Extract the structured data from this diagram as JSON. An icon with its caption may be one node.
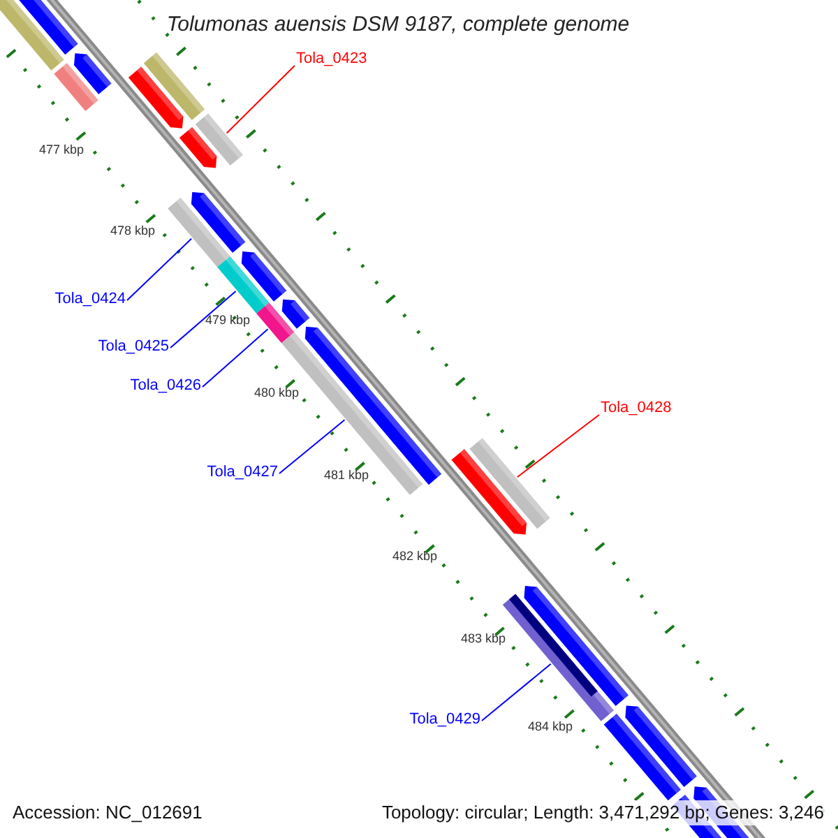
{
  "diagram": {
    "title": "Tolumonas auensis DSM 9187, complete genome",
    "nodes": [
      {
        "text": [
          "Tola_0423"
        ]
      },
      {
        "text": [],
        "shape": "bar"
      },
      {
        "text": [
          "Tola_0424"
        ]
      },
      {
        "text": [],
        "shape": "bar"
      },
      {
        "text": [
          "Tola_0425"
        ]
      },
      {
        "text": [],
        "shape": "bar"
      },
      {
        "text": [
          "Tola_0426"
        ]
      },
      {
        "text": [],
        "shape": "bar"
      },
      {
        "text": [
          "Tola_0427"
        ]
      },
      {
        "text": [],
        "shape": "bar"
      },
      {
        "text": [
          "Tola_0428"
        ]
      },
      {
        "text": [],
        "shape": "bar"
      },
      {
        "text": [
          "Tola_0429"
        ]
      },
      {
        "text": [],
        "shape": "bar"
      }
    ],
    "edges": [
      {
        "from": 0,
        "to": 1,
        "arrow": "none",
        "color": "#ff0000"
      },
      {
        "from": 2,
        "to": 3,
        "arrow": "none"
      },
      {
        "from": 4,
        "to": 5,
        "arrow": "none"
      },
      {
        "from": 6,
        "to": 7,
        "arrow": "none"
      },
      {
        "from": 8,
        "to": 9,
        "arrow": "none"
      },
      {
        "from": 10,
        "to": 11,
        "arrow": "none",
        "color": "#ff0000"
      },
      {
        "from": 12,
        "to": 13,
        "arrow": "none"
      }
    ],
    "labels": [
      "477 kbp",
      "478 kbp",
      "479 kbp",
      "480 kbp",
      "481 kbp",
      "482 kbp",
      "483 kbp",
      "484 kbp",
      "Accession: NC_012691",
      "Topology: circular; Length: 3,471,292 bp; Genes: 3,246"
    ]
  }
}
